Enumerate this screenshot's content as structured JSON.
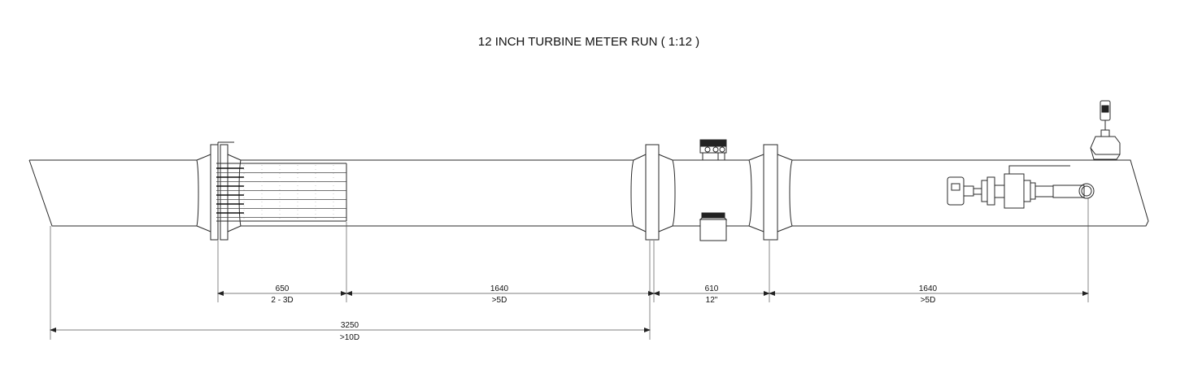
{
  "title": "12 INCH TURBINE METER RUN ( 1:12 )",
  "dimensions": [
    {
      "id": "d650",
      "value": "650",
      "note": "2 - 3D"
    },
    {
      "id": "d1640a",
      "value": "1640",
      "note": ">5D"
    },
    {
      "id": "d610",
      "value": "610",
      "note": "12\""
    },
    {
      "id": "d1640b",
      "value": "1640",
      "note": ">5D"
    },
    {
      "id": "d3250",
      "value": "3250",
      "note": ">10D"
    }
  ]
}
